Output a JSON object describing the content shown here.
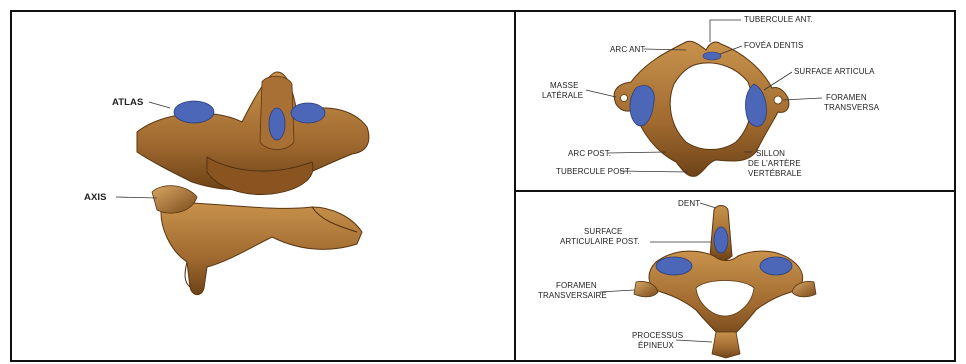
{
  "colors": {
    "bone": "#b07c3e",
    "bone_dark": "#6e4317",
    "bone_light": "#d8a865",
    "cartilage": "#4c66b8",
    "border": "#111111"
  },
  "left_panel": {
    "labels": {
      "atlas": "ATLAS",
      "axis": "AXIS"
    }
  },
  "top_right_panel": {
    "labels": {
      "tubercule_ant": "TUBERCULE ANT.",
      "arc_ant": "ARC ANT.",
      "fovea_dentis": "FOVÉA DENTIS",
      "masse_laterale_1": "MASSE",
      "masse_laterale_2": "LATÉRALE",
      "surface_articulaire": "SURFACE ARTICULA",
      "foramen_1": "FORAMEN",
      "foramen_2": "TRANSVERSA",
      "arc_post": "ARC POST.",
      "tubercule_post": "TUBERCULE POST.",
      "sillon_1": "SILLON",
      "sillon_2": "DE L'ARTÈRE",
      "sillon_3": "VERTÉBRALE"
    }
  },
  "bottom_right_panel": {
    "labels": {
      "dent": "DENT",
      "surface_post_1": "SURFACE",
      "surface_post_2": "ARTICULAIRE POST.",
      "foramen_1": "FORAMEN",
      "foramen_2": "TRANSVERSAIRE",
      "processus_1": "PROCESSUS",
      "processus_2": "ÉPINEUX"
    }
  }
}
